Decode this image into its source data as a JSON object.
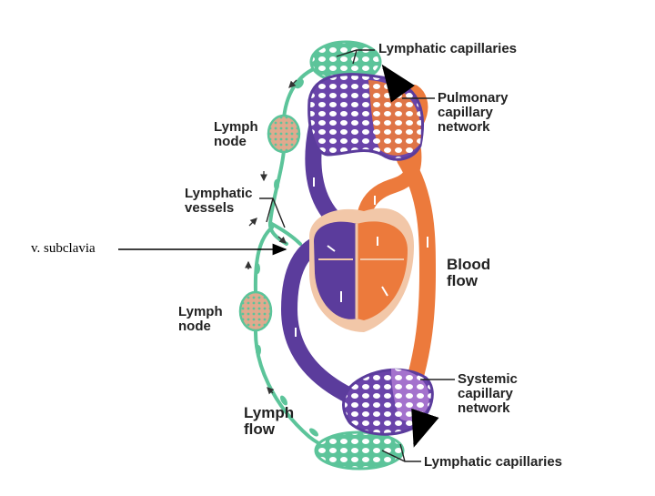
{
  "labels": {
    "lymphatic_capillaries_top": "Lymphatic capillaries",
    "pulmonary_capillary_network": "Pulmonary\ncapillary\nnetwork",
    "lymph_node_upper": "Lymph\nnode",
    "lymphatic_vessels": "Lymphatic\nvessels",
    "blood_flow": "Blood\nflow",
    "lymph_node_lower": "Lymph\nnode",
    "systemic_capillary_network": "Systemic\ncapillary\nnetwork",
    "lymph_flow": "Lymph\nflow",
    "lymphatic_capillaries_bottom": "Lymphatic capillaries"
  },
  "annotation": {
    "text": "v. subclavia"
  },
  "colors": {
    "lymph_green": "#5cc49a",
    "node_fill": "#e0a98e",
    "vein_purple": "#5b3c9c",
    "artery_orange": "#ec7a3c",
    "capillary_violet": "#9c6cc4",
    "heart_pink": "#f2c7a8"
  }
}
